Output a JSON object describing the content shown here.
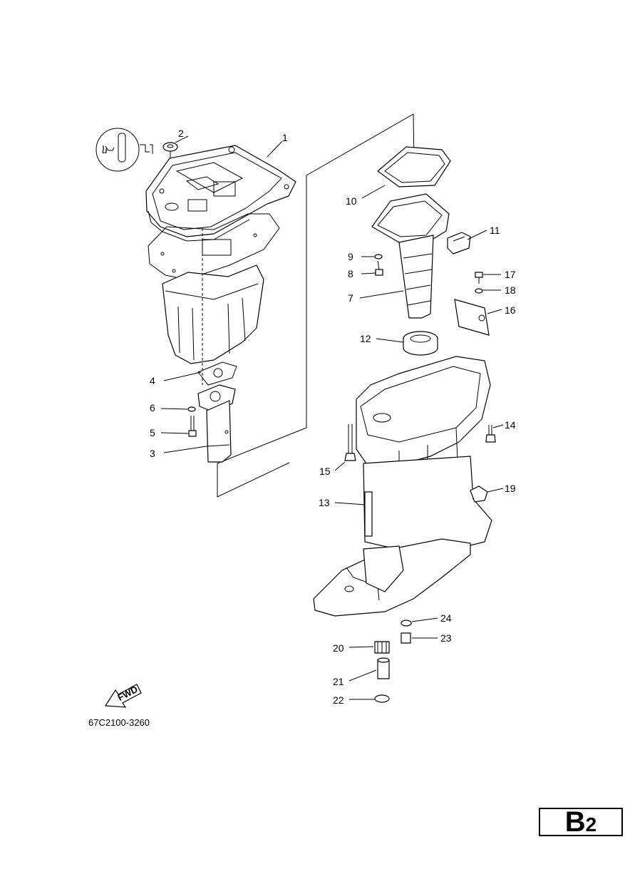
{
  "diagram": {
    "figure_code": "67C2100-3260",
    "fwd_label": "FWD",
    "page_code_letter": "B",
    "page_code_number": "2",
    "callouts": [
      "1",
      "2",
      "3",
      "4",
      "5",
      "6",
      "7",
      "8",
      "9",
      "10",
      "11",
      "12",
      "13",
      "14",
      "15",
      "16",
      "17",
      "18",
      "19",
      "20",
      "21",
      "22",
      "23",
      "24"
    ]
  }
}
